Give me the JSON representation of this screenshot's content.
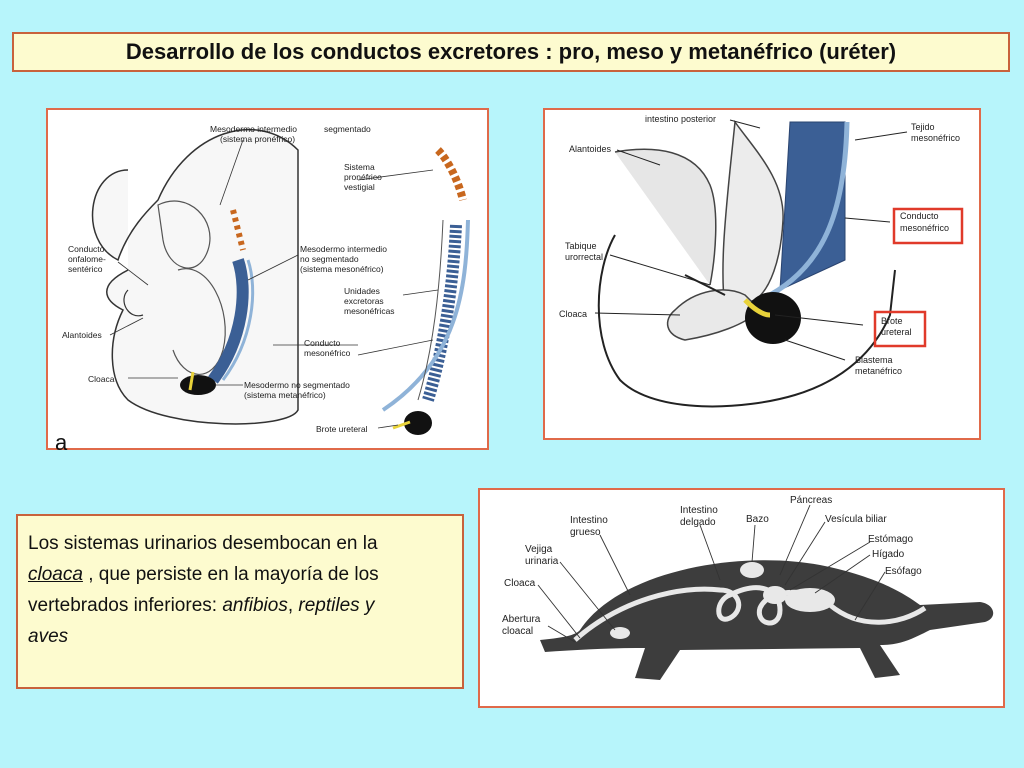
{
  "title": "Desarrollo de los conductos excretores :  pro, meso y metanéfrico (uréter)",
  "panel_a": {
    "letter": "a",
    "labels": {
      "mesodermo_intermedio": "Mesodermo intermedio",
      "sistema_pronefrico": "(sistema pronéfrico)",
      "segmentado": "segmentado",
      "sistema": "Sistema",
      "pronefrico": "pronéfrico",
      "vestigial": "vestigial",
      "conducto": "Conducto",
      "onfalome": "onfalome-",
      "senterico": "sentérico",
      "alantoides": "Alantoides",
      "cloaca": "Cloaca",
      "meso_int_ns_1": "Mesodermo intermedio",
      "meso_int_ns_2": "no segmentado",
      "meso_int_ns_3": "(sistema mesonéfrico)",
      "unidades": "Unidades",
      "excretoras": "excretoras",
      "mesonefricas": "mesonéfricas",
      "conducto_meso_1": "Conducto",
      "conducto_meso_2": "mesonéfrico",
      "meso_ns_1": "Mesodermo no segmentado",
      "meso_ns_2": "(sistema metanéfrico)",
      "brote": "Brote ureteral"
    }
  },
  "panel_b": {
    "labels": {
      "intestino_posterior": "intestino posterior",
      "alantoides": "Alantoides",
      "tejido": "Tejido",
      "mesonefrico": "mesonéfrico",
      "conducto_1": "Conducto",
      "conducto_2": "mesonéfrico",
      "tabique_1": "Tabique",
      "tabique_2": "urorrectal",
      "cloaca": "Cloaca",
      "brote_1": "Brote",
      "brote_2": "ureteral",
      "blastema_1": "Blastema",
      "blastema_2": "metanéfrico"
    }
  },
  "textbox": {
    "line1": "Los sistemas urinarios desembocan en la",
    "cloaca": "cloaca",
    "line2_rest": " , que persiste en la mayoría  de los",
    "line3a": "vertebrados inferiores:  ",
    "anfibios": "anfibios",
    "comma": ", ",
    "reptiles": "reptiles y",
    "aves": "aves"
  },
  "panel_c": {
    "labels": {
      "intestino_grueso_1": "Intestino",
      "intestino_grueso_2": "grueso",
      "intestino_delgado_1": "Intestino",
      "intestino_delgado_2": "delgado",
      "bazo": "Bazo",
      "pancreas": "Páncreas",
      "vesicula": "Vesícula biliar",
      "estomago": "Estómago",
      "higado": "Hígado",
      "esofago": "Esófago",
      "vejiga_1": "Vejiga",
      "vejiga_2": "urinaria",
      "cloaca": "Cloaca",
      "abertura_1": "Abertura",
      "abertura_2": "cloacal"
    }
  },
  "colors": {
    "background": "#b7f5fb",
    "title_bg": "#fdfbcf",
    "border": "#c8623c",
    "duct_blue": "#4a78b8",
    "orange": "#c8671e",
    "red_box": "#e03a2a"
  }
}
